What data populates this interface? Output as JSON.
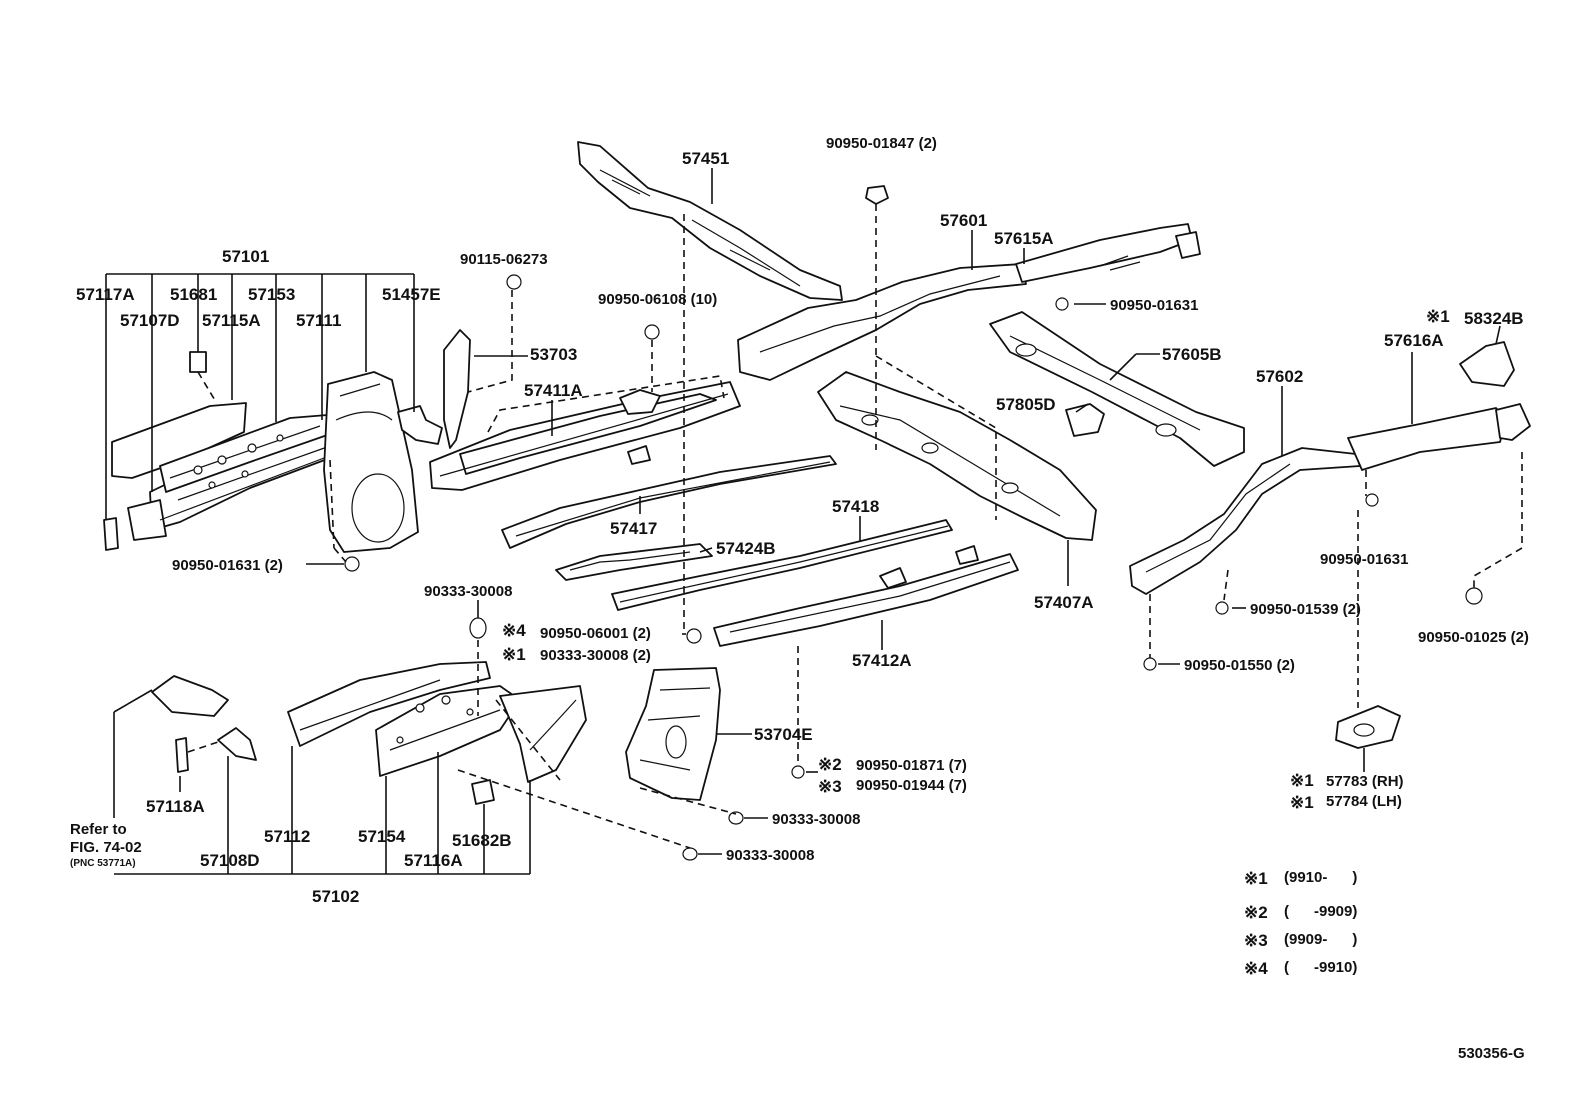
{
  "labels": {
    "p57101": "57101",
    "p57117A": "57117A",
    "p51681": "51681",
    "p57153": "57153",
    "p57107D": "57107D",
    "p57115A": "57115A",
    "p57111": "57111",
    "p51457E": "51457E",
    "p90115": "90115-06273",
    "p53703": "53703",
    "p90950_06108": "90950-06108 (10)",
    "p57411A": "57411A",
    "p57451": "57451",
    "p90950_01847": "90950-01847 (2)",
    "p57601": "57601",
    "p57615A": "57615A",
    "p90950_01631_a": "90950-01631",
    "p57605B": "57605B",
    "p57805D": "57805D",
    "p58324B": "58324B",
    "p57616A": "57616A",
    "p57602": "57602",
    "p90950_01631_2": "90950-01631 (2)",
    "p57417": "57417",
    "p57424B": "57424B",
    "p57418": "57418",
    "p57407A": "57407A",
    "p90950_01631_b": "90950-01631",
    "p90950_01539": "90950-01539 (2)",
    "p90950_01025": "90950-01025 (2)",
    "p90333_a": "90333-30008",
    "p90950_06001": "90950-06001 (2)",
    "p90333_b": "90333-30008 (2)",
    "p57412A": "57412A",
    "p90950_01550": "90950-01550 (2)",
    "p53704E": "53704E",
    "p90950_01871": "90950-01871 (7)",
    "p90950_01944": "90950-01944 (7)",
    "p90333_c": "90333-30008",
    "p90333_d": "90333-30008",
    "p57783": "57783 (RH)",
    "p57784": "57784 (LH)",
    "p57118A": "57118A",
    "p57112": "57112",
    "p57154": "57154",
    "p51682B": "51682B",
    "p57108D": "57108D",
    "p57116A": "57116A",
    "p57102": "57102",
    "refer1": "Refer to",
    "refer2": "FIG. 74-02",
    "refer3": "(PNC 53771A)",
    "fig_code": "530356-G"
  },
  "marks": {
    "m1a": "※1",
    "m1b": "※1",
    "m1c": "※1",
    "m1d": "※1",
    "m2": "※2",
    "m3": "※3",
    "m4": "※4"
  },
  "legend": [
    {
      "mark": "※1",
      "range": "(9910-      )"
    },
    {
      "mark": "※2",
      "range": "(      -9909)"
    },
    {
      "mark": "※3",
      "range": "(9909-      )"
    },
    {
      "mark": "※4",
      "range": "(      -9910)"
    }
  ]
}
